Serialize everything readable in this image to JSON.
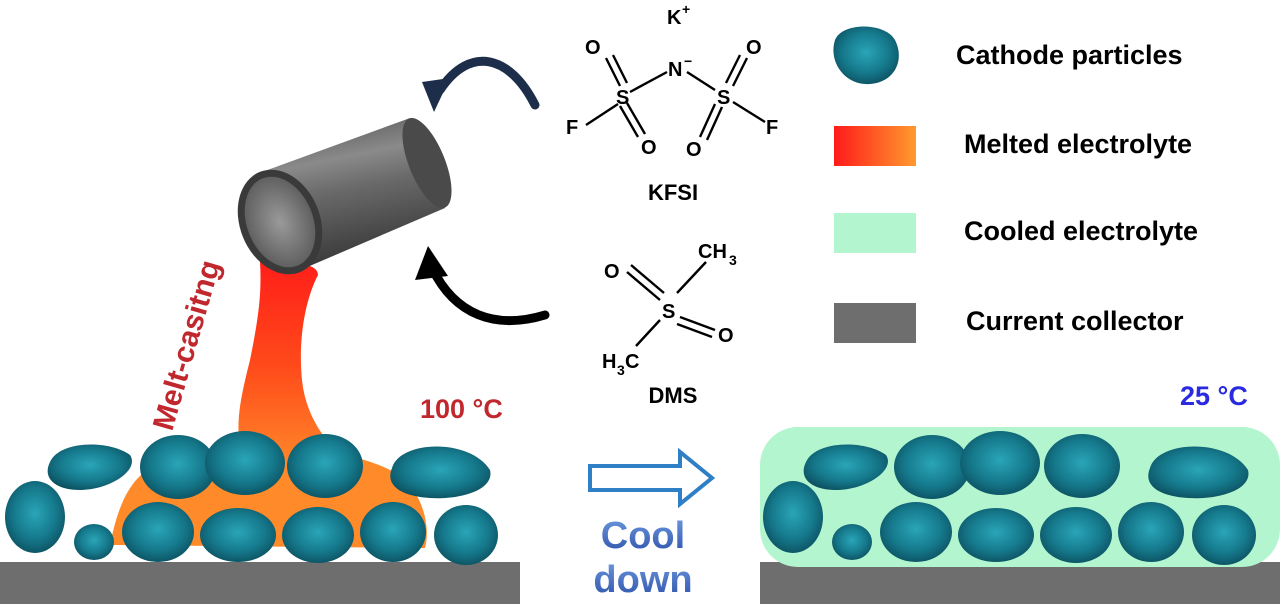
{
  "legend": {
    "cathode": "Cathode particles",
    "melted": "Melted electrolyte",
    "cooled": "Cooled electrolyte",
    "collector": "Current collector"
  },
  "process": {
    "melt_label": "Melt-casitng",
    "hot_temp": "100 °C",
    "cold_temp": "25 °C",
    "cool_line1": "Cool",
    "cool_line2": "down"
  },
  "kfsi": {
    "name": "KFSI",
    "cation": "K",
    "cation_charge": "+",
    "nitrogen": "N",
    "anion_charge": "−",
    "sulfur": "S",
    "oxygen": "O",
    "fluorine": "F"
  },
  "dms": {
    "name": "DMS",
    "sulfur": "S",
    "oxygen": "O",
    "ch": "CH",
    "h": "H",
    "c": "C",
    "sub3": "3"
  },
  "colors": {
    "cathode": "#1a7a8c",
    "melted_start": "#ff1a1a",
    "melted_end": "#ff9a2e",
    "cooled": "#b3f5cf",
    "collector": "#6e6e6e",
    "hot_temp": "#c0282d",
    "cold_temp": "#2a2ae0",
    "cool_text": "#3d7fd0",
    "arrow_stroke": "#2f7fc6",
    "top_arrow": "#1c2e4a"
  }
}
